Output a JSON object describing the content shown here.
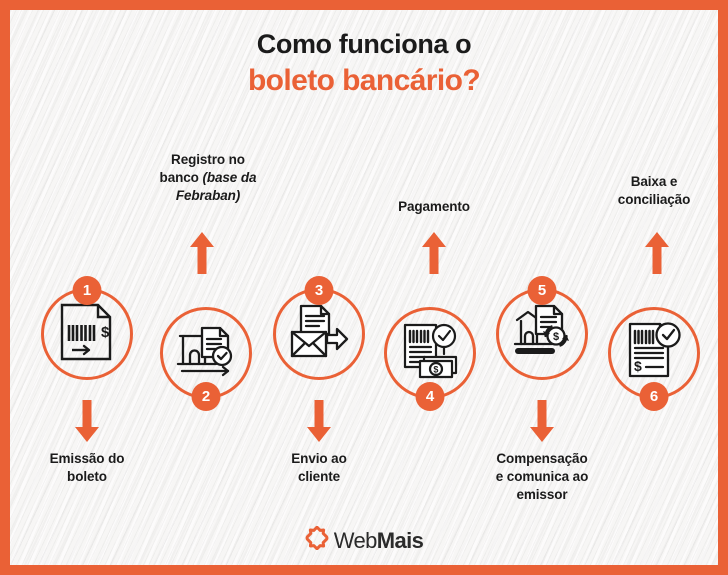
{
  "theme": {
    "accent": "#ea6136",
    "text": "#1b1b1b",
    "background": "#f7f6f5",
    "badge_text": "#ffffff"
  },
  "title": {
    "line1": "Como funciona o",
    "line2": "boleto bancário?"
  },
  "steps": [
    {
      "number": "1",
      "badge_position": "top",
      "label_position": "bottom",
      "label_line1": "Emissão do",
      "label_line2": "boleto",
      "label_italic": "",
      "icon": "boleto-barcode-document-icon"
    },
    {
      "number": "2",
      "badge_position": "bottom",
      "label_position": "top",
      "label_line1": "Registro no",
      "label_line2": "banco ",
      "label_italic": "(base da Febraban)",
      "icon": "bank-document-check-icon"
    },
    {
      "number": "3",
      "badge_position": "top",
      "label_position": "bottom",
      "label_line1": "Envio ao",
      "label_line2": "cliente",
      "label_italic": "",
      "icon": "envelope-send-document-icon"
    },
    {
      "number": "4",
      "badge_position": "bottom",
      "label_position": "top",
      "label_line1": "Pagamento",
      "label_line2": "",
      "label_italic": "",
      "icon": "boleto-paid-cash-icon"
    },
    {
      "number": "5",
      "badge_position": "top",
      "label_position": "bottom",
      "label_line1": "Compensação",
      "label_line2": "e comunica ao",
      "label_line3": "emissor",
      "label_italic": "",
      "icon": "bank-money-exchange-icon"
    },
    {
      "number": "6",
      "badge_position": "bottom",
      "label_position": "top",
      "label_line1": "Baixa e",
      "label_line2": "conciliação",
      "label_italic": "",
      "icon": "boleto-settled-check-icon"
    }
  ],
  "logo": {
    "mark": "webmais-flower-mark-icon",
    "text_light": "Web",
    "text_bold": "Mais"
  }
}
